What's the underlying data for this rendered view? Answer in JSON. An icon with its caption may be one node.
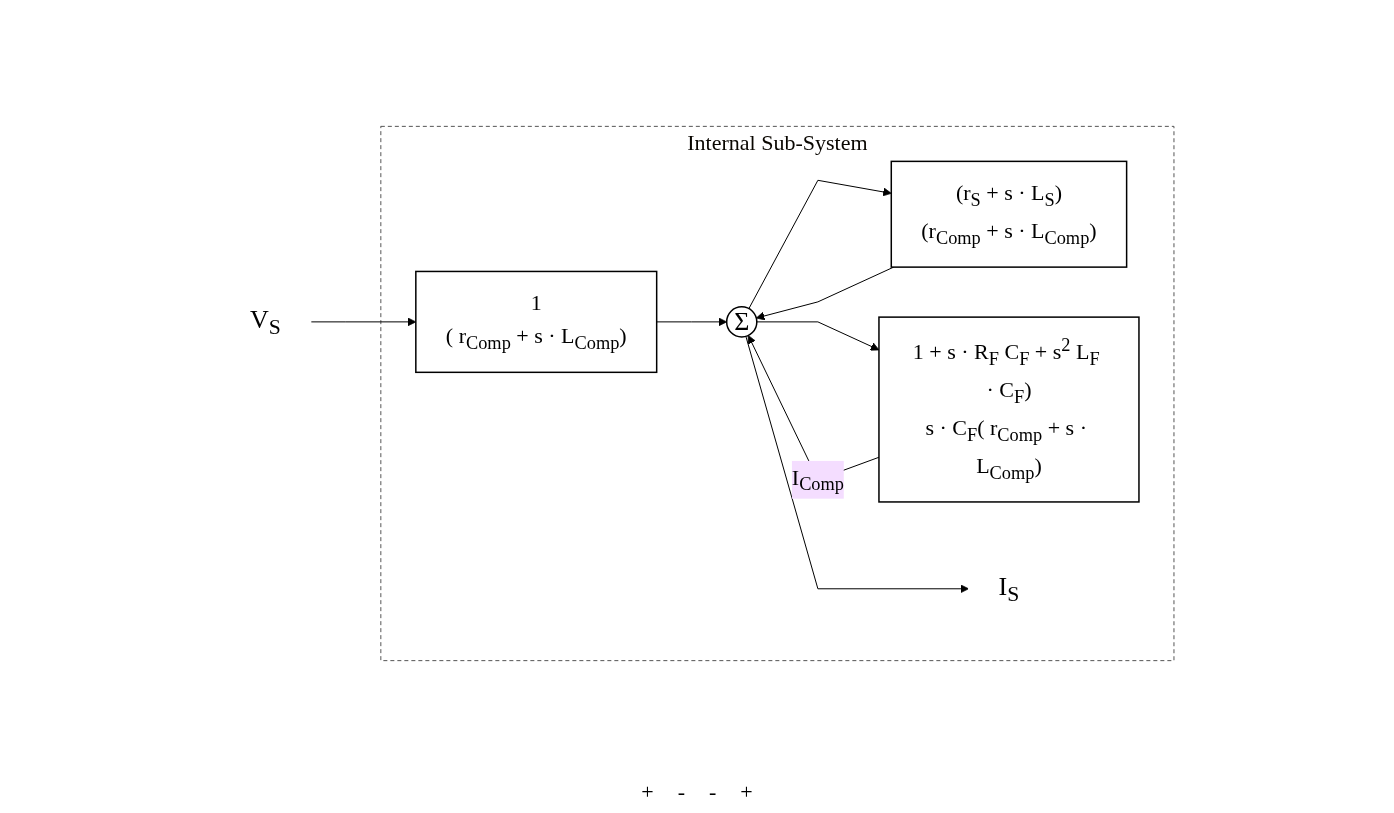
{
  "diagram": {
    "nodes": [
      {
        "text": [
          "Internal Sub-System"
        ]
      },
      {
        "text": [
          "V$_{S}$"
        ]
      },
      {
        "text": [
          "1",
          "( r$_{Comp}$ + s · L$_{Comp}$)"
        ],
        "in": 0
      },
      {
        "text": [
          "Σ"
        ],
        "in": 0
      },
      {
        "text": [
          "(r$_{S}$ + s · L$_{S}$)",
          "(r$_{Comp}$ + s · L$_{Comp}$)"
        ],
        "in": 0
      },
      {
        "text": [
          "1 + s · R$_{F}$ C$_{F}$ + s$^{2}$ L$_{F}$ · C$_{F}$)",
          "s · C$_{F}$( r$_{Comp}$ + s · L$_{Comp}$)"
        ],
        "in": 0
      },
      {
        "text": [
          "I$_{S}$"
        ],
        "in": 0
      }
    ],
    "edges": [
      {
        "from": 1,
        "to": 2,
        "arrow": "to"
      },
      {
        "from": 2,
        "to": 3,
        "arrow": "to"
      },
      {
        "from": 3,
        "to": 6,
        "arrow": "to"
      },
      {
        "from": 3,
        "to": 4,
        "arrow": "to"
      },
      {
        "from": 3,
        "to": 5,
        "arrow": "to"
      },
      {
        "from": 4,
        "to": 3,
        "arrow": "to"
      },
      {
        "from": 5,
        "to": 3,
        "arrow": "to",
        "label": "I$_{Comp}$"
      }
    ],
    "labels": [
      "+",
      "-",
      "-",
      "+"
    ]
  }
}
